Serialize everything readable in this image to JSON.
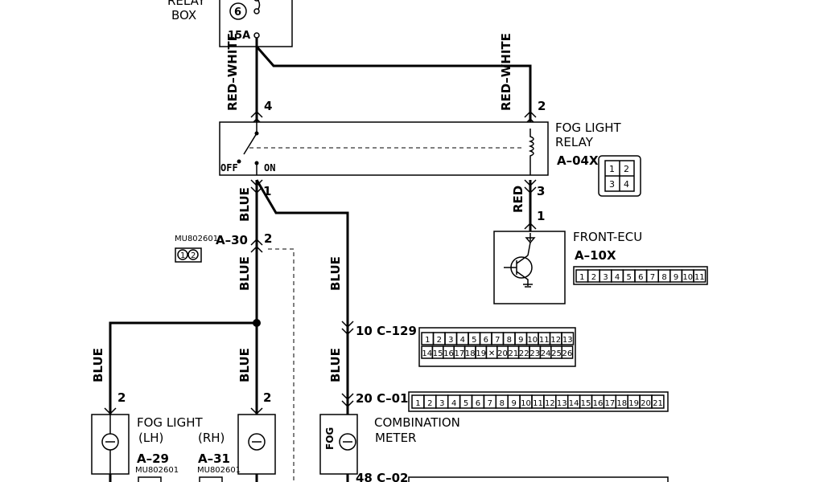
{
  "relay_box": {
    "line1": "RELAY",
    "line2": "BOX",
    "fuse_number": "6",
    "fuse_rating": "15A"
  },
  "wire_colors": {
    "red_white_left": "RED–WHITE",
    "red_white_right": "RED–WHITE",
    "blue_relay_out": "BLUE",
    "blue_a30": "BLUE",
    "blue_branch": "BLUE",
    "red_ecu": "RED",
    "blue_lh": "BLUE",
    "blue_rh": "BLUE",
    "blue_meter": "BLUE"
  },
  "pins": {
    "relay_4": "4",
    "relay_2": "2",
    "relay_1": "1",
    "relay_3": "3",
    "ecu_1": "1",
    "a30_2": "2",
    "lh_2": "2",
    "rh_2": "2"
  },
  "fog_relay": {
    "line1": "FOG LIGHT",
    "line2": "RELAY",
    "code": "A–04X",
    "off_label": "OFF",
    "on_label": "ON",
    "connector_pins": [
      "1",
      "2",
      "3",
      "4"
    ]
  },
  "front_ecu": {
    "name": "FRONT-ECU",
    "code": "A–10X",
    "connector_pins": [
      "1",
      "2",
      "3",
      "4",
      "5",
      "6",
      "7",
      "8",
      "9",
      "10",
      "11"
    ]
  },
  "joint_connector": {
    "part": "MU802601",
    "code": "A–30",
    "pins": [
      "1",
      "2"
    ]
  },
  "c129": {
    "label": "10 C–129",
    "row1": [
      "1",
      "2",
      "3",
      "4",
      "5",
      "6",
      "7",
      "8",
      "9",
      "10",
      "11",
      "12",
      "13"
    ],
    "row2": [
      "14",
      "15",
      "16",
      "17",
      "18",
      "19",
      "✕",
      "20",
      "21",
      "22",
      "23",
      "24",
      "25",
      "26"
    ]
  },
  "c01": {
    "label": "20 C–01",
    "pins": [
      "1",
      "2",
      "3",
      "4",
      "5",
      "6",
      "7",
      "8",
      "9",
      "10",
      "11",
      "12",
      "13",
      "14",
      "15",
      "16",
      "17",
      "18",
      "19",
      "20",
      "21"
    ]
  },
  "c02": {
    "label": "48 C–02"
  },
  "fog_light": {
    "title": "FOG LIGHT",
    "lh": "(LH)",
    "rh": "(RH)",
    "lh_code": "A–29",
    "rh_code": "A–31",
    "lh_part": "MU802601",
    "rh_part": "MU802601"
  },
  "combination_meter": {
    "line1": "COMBINATION",
    "line2": "METER",
    "fog_tag": "FOG"
  }
}
